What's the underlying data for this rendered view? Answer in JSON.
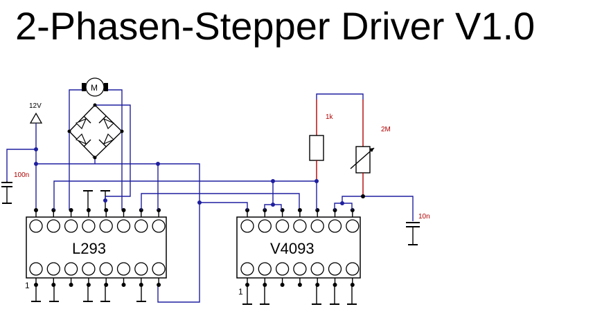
{
  "title": "2-Phasen-Stepper Driver V1.0",
  "chips": {
    "left_label": "L293",
    "right_label": "V4093",
    "left_pin1": "1",
    "right_pin1": "1"
  },
  "power": {
    "supply_label": "12V"
  },
  "components": {
    "motor_label": "M",
    "cap_left": "100n",
    "resistor": "1k",
    "potentiometer": "2M",
    "cap_right": "10n",
    "bridge_plus": "+"
  },
  "colors": {
    "wire": "#1e1ea0",
    "component_label": "#b00000",
    "part": "#000000"
  }
}
